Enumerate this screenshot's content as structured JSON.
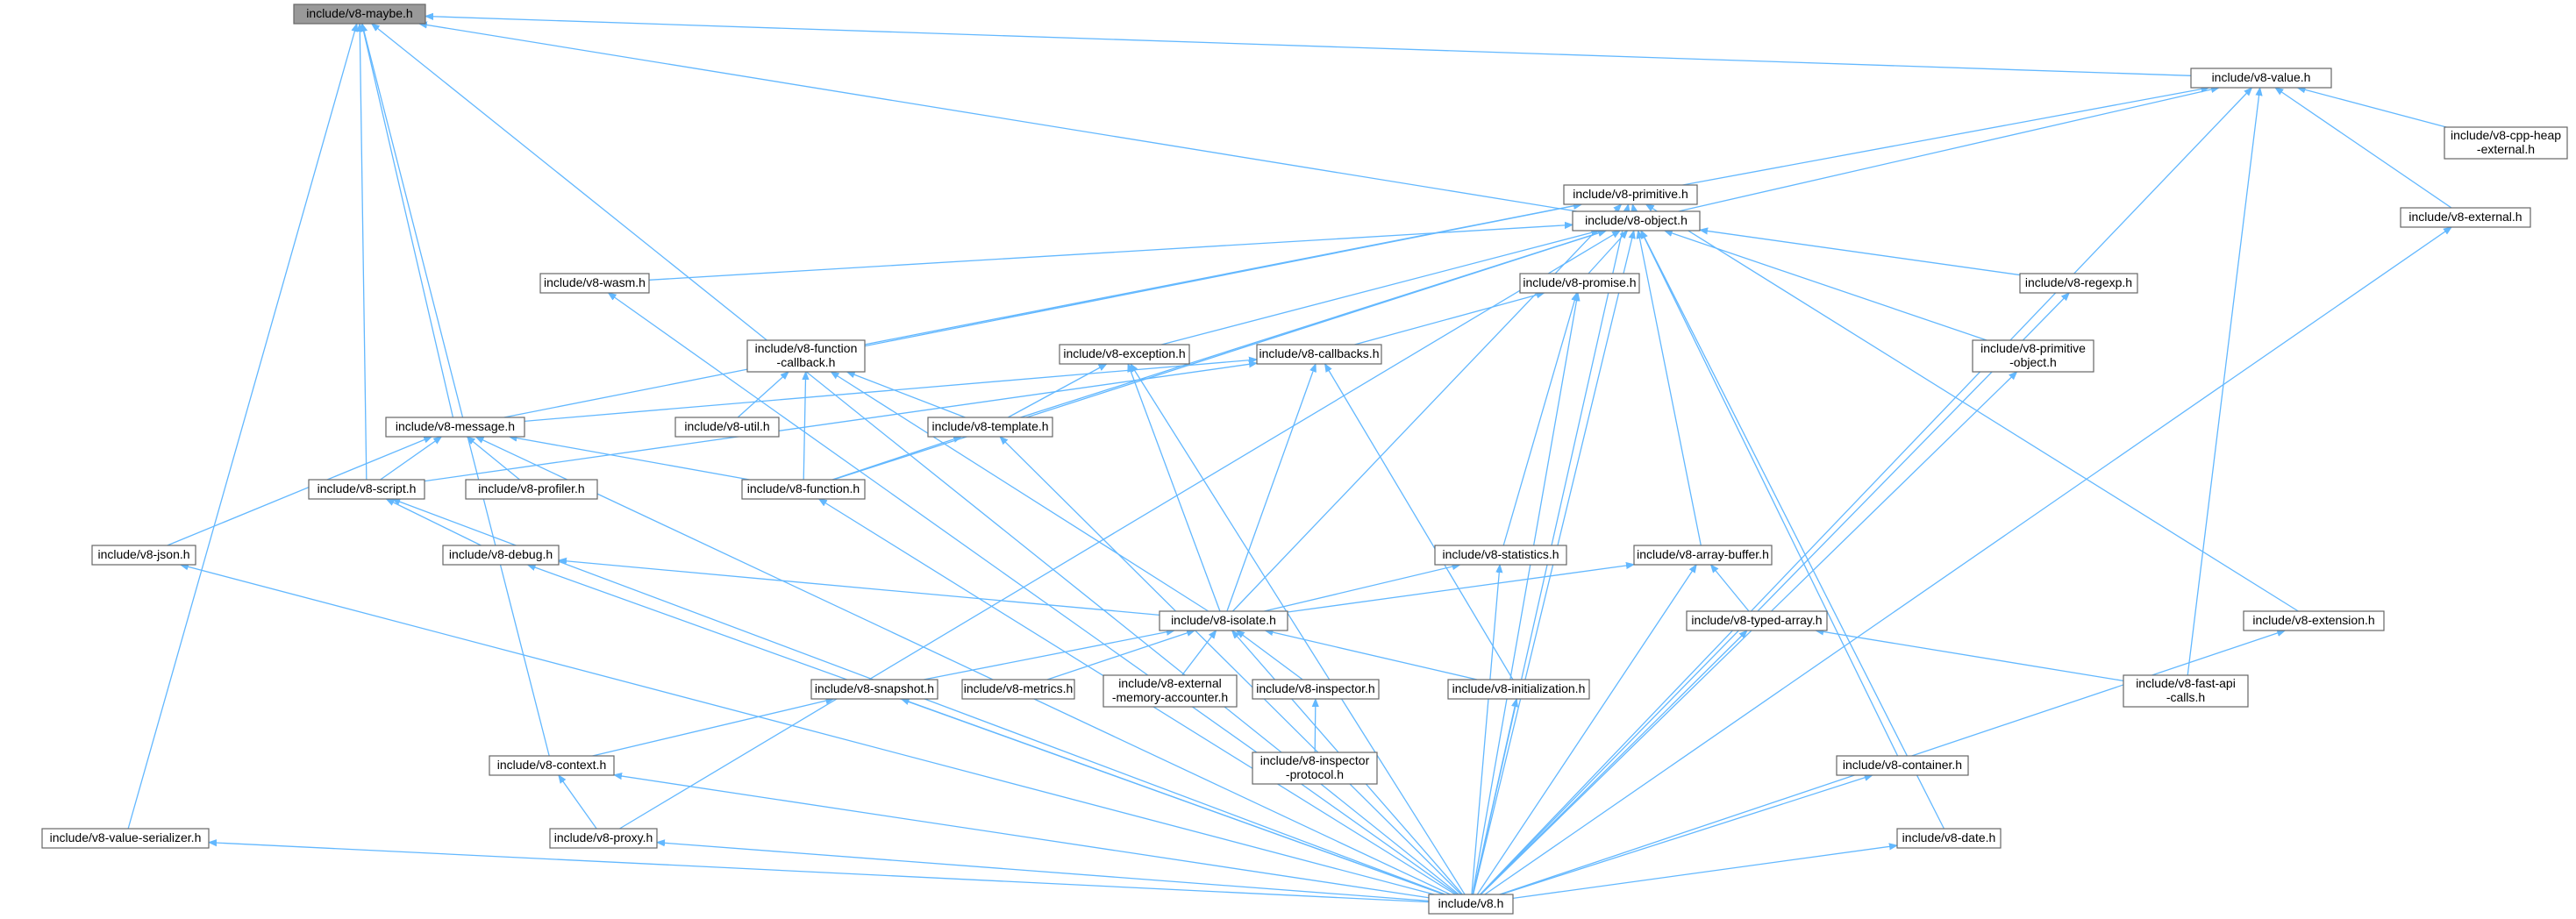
{
  "diagram": {
    "colors": {
      "edge": "#63b8ff",
      "root_fill": "#999999",
      "node_border": "#666666",
      "node_fill": "#ffffff"
    },
    "nodes": [
      {
        "id": "maybe",
        "lines": [
          "include/v8-maybe.h"
        ],
        "root": true
      },
      {
        "id": "value",
        "lines": [
          "include/v8-value.h"
        ]
      },
      {
        "id": "primitive",
        "lines": [
          "include/v8-primitive.h"
        ]
      },
      {
        "id": "cppheap",
        "lines": [
          "include/v8-cpp-heap",
          "-external.h"
        ]
      },
      {
        "id": "external",
        "lines": [
          "include/v8-external.h"
        ]
      },
      {
        "id": "object",
        "lines": [
          "include/v8-object.h"
        ]
      },
      {
        "id": "wasm",
        "lines": [
          "include/v8-wasm.h"
        ]
      },
      {
        "id": "promise",
        "lines": [
          "include/v8-promise.h"
        ]
      },
      {
        "id": "regexp",
        "lines": [
          "include/v8-regexp.h"
        ]
      },
      {
        "id": "fncallback",
        "lines": [
          "include/v8-function",
          "-callback.h"
        ]
      },
      {
        "id": "exception",
        "lines": [
          "include/v8-exception.h"
        ]
      },
      {
        "id": "callbacks",
        "lines": [
          "include/v8-callbacks.h"
        ]
      },
      {
        "id": "primobj",
        "lines": [
          "include/v8-primitive",
          "-object.h"
        ]
      },
      {
        "id": "message",
        "lines": [
          "include/v8-message.h"
        ]
      },
      {
        "id": "util",
        "lines": [
          "include/v8-util.h"
        ]
      },
      {
        "id": "template",
        "lines": [
          "include/v8-template.h"
        ]
      },
      {
        "id": "script",
        "lines": [
          "include/v8-script.h"
        ]
      },
      {
        "id": "profiler",
        "lines": [
          "include/v8-profiler.h"
        ]
      },
      {
        "id": "function",
        "lines": [
          "include/v8-function.h"
        ]
      },
      {
        "id": "json",
        "lines": [
          "include/v8-json.h"
        ]
      },
      {
        "id": "debug",
        "lines": [
          "include/v8-debug.h"
        ]
      },
      {
        "id": "statistics",
        "lines": [
          "include/v8-statistics.h"
        ]
      },
      {
        "id": "arraybuffer",
        "lines": [
          "include/v8-array-buffer.h"
        ]
      },
      {
        "id": "isolate",
        "lines": [
          "include/v8-isolate.h"
        ]
      },
      {
        "id": "typedarray",
        "lines": [
          "include/v8-typed-array.h"
        ]
      },
      {
        "id": "extension",
        "lines": [
          "include/v8-extension.h"
        ]
      },
      {
        "id": "snapshot",
        "lines": [
          "include/v8-snapshot.h"
        ]
      },
      {
        "id": "metrics",
        "lines": [
          "include/v8-metrics.h"
        ]
      },
      {
        "id": "extmem",
        "lines": [
          "include/v8-external",
          "-memory-accounter.h"
        ]
      },
      {
        "id": "inspector",
        "lines": [
          "include/v8-inspector.h"
        ]
      },
      {
        "id": "initialization",
        "lines": [
          "include/v8-initialization.h"
        ]
      },
      {
        "id": "fastapi",
        "lines": [
          "include/v8-fast-api",
          "-calls.h"
        ]
      },
      {
        "id": "inspproto",
        "lines": [
          "include/v8-inspector",
          "-protocol.h"
        ]
      },
      {
        "id": "context",
        "lines": [
          "include/v8-context.h"
        ]
      },
      {
        "id": "container",
        "lines": [
          "include/v8-container.h"
        ]
      },
      {
        "id": "valueser",
        "lines": [
          "include/v8-value-serializer.h"
        ]
      },
      {
        "id": "proxy",
        "lines": [
          "include/v8-proxy.h"
        ]
      },
      {
        "id": "date",
        "lines": [
          "include/v8-date.h"
        ]
      },
      {
        "id": "v8",
        "lines": [
          "include/v8.h"
        ]
      }
    ],
    "edges": [
      [
        "value",
        "maybe"
      ],
      [
        "primitive",
        "value"
      ],
      [
        "cppheap",
        "value"
      ],
      [
        "external",
        "value"
      ],
      [
        "object",
        "maybe"
      ],
      [
        "object",
        "value"
      ],
      [
        "object",
        "primitive"
      ],
      [
        "wasm",
        "object"
      ],
      [
        "promise",
        "object"
      ],
      [
        "regexp",
        "object"
      ],
      [
        "primobj",
        "object"
      ],
      [
        "fncallback",
        "primitive"
      ],
      [
        "exception",
        "object"
      ],
      [
        "callbacks",
        "promise"
      ],
      [
        "message",
        "maybe"
      ],
      [
        "message",
        "primitive"
      ],
      [
        "message",
        "callbacks"
      ],
      [
        "util",
        "fncallback"
      ],
      [
        "template",
        "object"
      ],
      [
        "template",
        "fncallback"
      ],
      [
        "template",
        "exception"
      ],
      [
        "script",
        "maybe"
      ],
      [
        "script",
        "message"
      ],
      [
        "script",
        "callbacks"
      ],
      [
        "profiler",
        "message"
      ],
      [
        "function",
        "object"
      ],
      [
        "function",
        "fncallback"
      ],
      [
        "function",
        "message"
      ],
      [
        "function",
        "template"
      ],
      [
        "json",
        "message"
      ],
      [
        "debug",
        "script"
      ],
      [
        "statistics",
        "promise"
      ],
      [
        "arraybuffer",
        "object"
      ],
      [
        "isolate",
        "primitive"
      ],
      [
        "isolate",
        "fncallback"
      ],
      [
        "isolate",
        "exception"
      ],
      [
        "isolate",
        "callbacks"
      ],
      [
        "isolate",
        "debug"
      ],
      [
        "isolate",
        "statistics"
      ],
      [
        "isolate",
        "arraybuffer"
      ],
      [
        "typedarray",
        "arraybuffer"
      ],
      [
        "extension",
        "primitive"
      ],
      [
        "snapshot",
        "isolate"
      ],
      [
        "metrics",
        "isolate"
      ],
      [
        "extmem",
        "isolate"
      ],
      [
        "inspector",
        "isolate"
      ],
      [
        "initialization",
        "isolate"
      ],
      [
        "initialization",
        "callbacks"
      ],
      [
        "fastapi",
        "value"
      ],
      [
        "fastapi",
        "typedarray"
      ],
      [
        "inspproto",
        "inspector"
      ],
      [
        "context",
        "maybe"
      ],
      [
        "context",
        "snapshot"
      ],
      [
        "container",
        "object"
      ],
      [
        "valueser",
        "maybe"
      ],
      [
        "proxy",
        "object"
      ],
      [
        "proxy",
        "context"
      ],
      [
        "date",
        "object"
      ],
      [
        "v8",
        "maybe"
      ],
      [
        "v8",
        "value"
      ],
      [
        "v8",
        "primitive"
      ],
      [
        "v8",
        "external"
      ],
      [
        "v8",
        "object"
      ],
      [
        "v8",
        "wasm"
      ],
      [
        "v8",
        "promise"
      ],
      [
        "v8",
        "regexp"
      ],
      [
        "v8",
        "exception"
      ],
      [
        "v8",
        "primobj"
      ],
      [
        "v8",
        "message"
      ],
      [
        "v8",
        "template"
      ],
      [
        "v8",
        "script"
      ],
      [
        "v8",
        "function"
      ],
      [
        "v8",
        "json"
      ],
      [
        "v8",
        "debug"
      ],
      [
        "v8",
        "statistics"
      ],
      [
        "v8",
        "arraybuffer"
      ],
      [
        "v8",
        "isolate"
      ],
      [
        "v8",
        "typedarray"
      ],
      [
        "v8",
        "extension"
      ],
      [
        "v8",
        "snapshot"
      ],
      [
        "v8",
        "initialization"
      ],
      [
        "v8",
        "context"
      ],
      [
        "v8",
        "container"
      ],
      [
        "v8",
        "valueser"
      ],
      [
        "v8",
        "proxy"
      ],
      [
        "v8",
        "date"
      ]
    ]
  }
}
